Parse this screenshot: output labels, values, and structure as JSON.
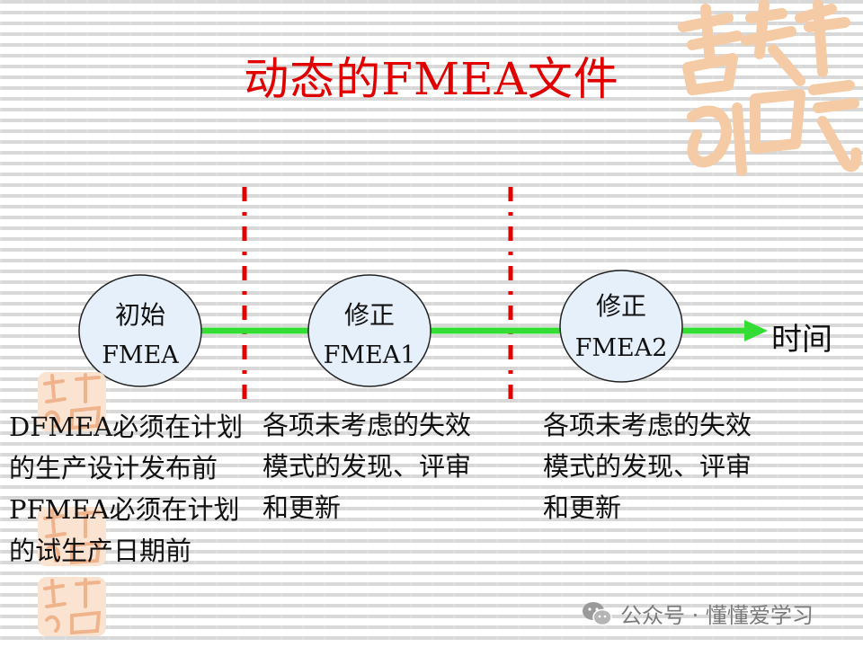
{
  "title": "动态的FMEA文件",
  "nodes": [
    {
      "line1": "初始",
      "line2": "FMEA"
    },
    {
      "line1": "修正",
      "line2": "FMEA1"
    },
    {
      "line1": "修正",
      "line2": "FMEA2"
    }
  ],
  "axis_label": "时间",
  "descriptions": {
    "col1": [
      "DFMEA必须在计划",
      "的生产设计发布前",
      "PFMEA必须在计划",
      "的试生产日期前"
    ],
    "col2": [
      "各项未考虑的失效",
      "模式的发现、评审",
      "和更新"
    ],
    "col3": [
      "各项未考虑的失效",
      "模式的发现、评审",
      "和更新"
    ]
  },
  "watermark": {
    "text": "公众号 · 懂懂爱学习",
    "icon": "wechat-icon"
  },
  "colors": {
    "title": "#e00000",
    "arrow": "#33dd33",
    "divider": "#e00000",
    "node_fill": "#e6f0fa",
    "seal": "#f5c8a0"
  }
}
